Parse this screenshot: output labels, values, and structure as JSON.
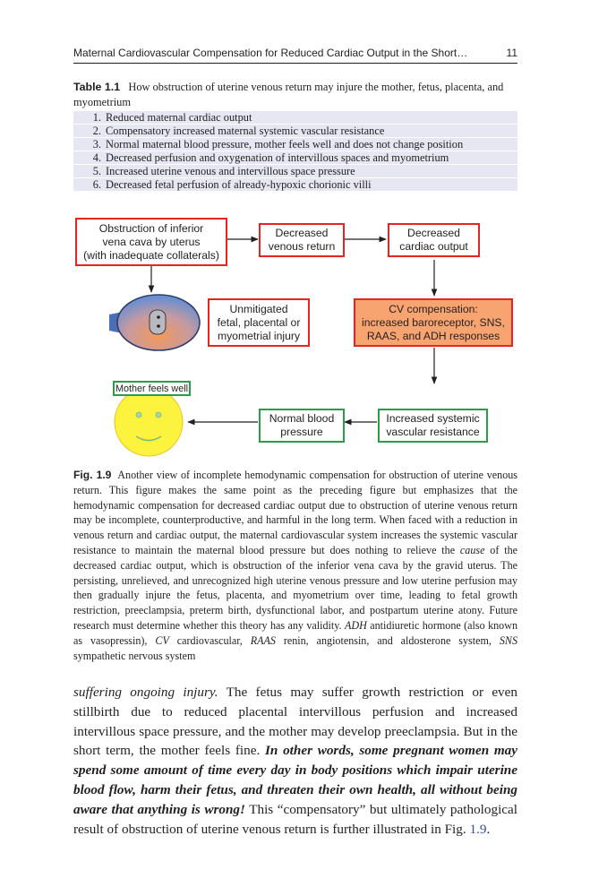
{
  "header": {
    "running_title": "Maternal Cardiovascular Compensation for Reduced Cardiac Output in the Short…",
    "page_number": "11"
  },
  "table": {
    "label": "Table 1.1",
    "caption": "How obstruction of uterine venous return may injure the mother, fetus, placenta, and myometrium",
    "rows": [
      {
        "num": "1.",
        "text": "Reduced maternal cardiac output"
      },
      {
        "num": "2.",
        "text": "Compensatory increased maternal systemic vascular resistance"
      },
      {
        "num": "3.",
        "text": "Normal maternal blood pressure, mother feels well and does not change position"
      },
      {
        "num": "4.",
        "text": "Decreased perfusion and oxygenation of intervillous spaces and myometrium"
      },
      {
        "num": "5.",
        "text": "Increased uterine venous and intervillous space pressure"
      },
      {
        "num": "6.",
        "text": "Decreased fetal perfusion of already-hypoxic chorionic villi"
      }
    ]
  },
  "diagram": {
    "obstruction": "Obstruction of inferior\nvena cava by uterus\n(with inadequate collaterals)",
    "decreased_venous_return": "Decreased\nvenous return",
    "decreased_cardiac_output": "Decreased\ncardiac output",
    "unmitigated_injury": "Unmitigated\nfetal, placental or\nmyometrial injury",
    "cv_compensation": "CV compensation:\nincreased baroreceptor, SNS,\nRAAS, and ADH responses",
    "mother_feels_well": "Mother feels well",
    "normal_blood_pressure": "Normal blood\npressure",
    "increased_svr": "Increased systemic\nvascular resistance",
    "colors": {
      "red_border": "#e62420",
      "green_border": "#2a9d4b",
      "orange_fill": "#f7a470",
      "smiley_fill": "#fbf33d",
      "uterus_blue": "#6b8fd0",
      "uterus_orange": "#f29a5c"
    }
  },
  "figure_caption": {
    "label": "Fig. 1.9",
    "p1": "Another view of incomplete hemodynamic compensation for obstruction of uterine venous return. This figure makes the same point as the preceding figure but emphasizes that the hemodynamic compensation for decreased cardiac output due to obstruction of uterine venous return may be incomplete, counterproductive, and harmful in the long term. When faced with a reduction in venous return and cardiac output, the maternal cardiovascular system increases the systemic vascular resistance to maintain the maternal blood pressure but does nothing to relieve the",
    "cause": "cause",
    "p2": "of the decreased cardiac output, which is obstruction of the inferior vena cava by the gravid uterus. The persisting, unrelieved, and unrecognized high uterine venous pressure and low uterine perfusion may then gradually injure the fetus, placenta, and myometrium over time, leading to fetal growth restriction, preeclampsia, preterm birth, dysfunctional labor, and postpartum uterine atony. Future research must determine whether this theory has any validity.",
    "abbr_adh": "ADH",
    "def_adh": "antidiuretic hormone (also known as vasopressin),",
    "abbr_cv": "CV",
    "def_cv": "cardiovascular,",
    "abbr_raas": "RAAS",
    "def_raas": "renin, angiotensin, and aldosterone system,",
    "abbr_sns": "SNS",
    "def_sns": "sympathetic nervous system"
  },
  "body": {
    "lead_italic": "suffering ongoing injury.",
    "text1": "The fetus may suffer growth restriction or even stillbirth due to reduced placental intervillous perfusion and increased intervillous space pressure, and the mother may develop preeclampsia. But in the short term, the mother feels fine.",
    "italic_bold": "In other words, some pregnant women may spend some amount of time every day in body positions which impair uterine blood flow, harm their fetus, and threaten their own health, all without being aware that anything is wrong!",
    "text2": "This “compensatory” but ultimately pathological result of obstruction of uterine venous return is further illustrated in Fig.",
    "fig_ref": "1.9",
    "end": "."
  }
}
